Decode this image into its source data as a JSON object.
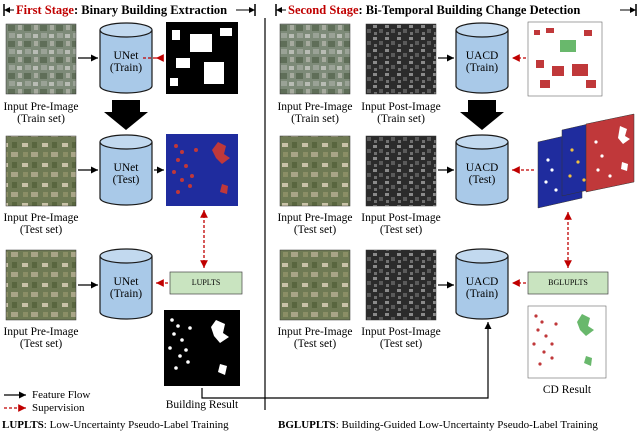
{
  "colors": {
    "accent_red": "#c00000",
    "cylinder_fill": "#a9c9e8",
    "cylinder_stroke": "#1a1a1a",
    "pseudo_label_box": "#c9e4c0",
    "prob_map_blue": "#1f2c9e",
    "change_red": "#c0383a",
    "change_green": "#69b86c"
  },
  "first_stage": {
    "title_prefix": "First Stage",
    "title_rest": ": Binary Building Extraction",
    "row1": {
      "input_label": [
        "Input Pre-Image",
        "(Train set)"
      ],
      "model": [
        "UNet",
        "(Train)"
      ]
    },
    "row2": {
      "input_label": [
        "Input Pre-Image",
        "(Test set)"
      ],
      "model": [
        "UNet",
        "(Test)"
      ]
    },
    "row3": {
      "input_label": [
        "Input Pre-Image",
        "(Test set)"
      ],
      "model": [
        "UNet",
        "(Train)"
      ],
      "module": "LUPLTS",
      "output_label": "Building Result"
    }
  },
  "second_stage": {
    "title_prefix": "Second Stage",
    "title_rest": ": Bi-Temporal Building Change Detection",
    "row1": {
      "pre_label": [
        "Input Pre-Image",
        "(Train set)"
      ],
      "post_label": [
        "Input Post-Image",
        "(Train set)"
      ],
      "model": [
        "UACD",
        "(Train)"
      ]
    },
    "row2": {
      "pre_label": [
        "Input Pre-Image",
        "(Test set)"
      ],
      "post_label": [
        "Input Post-Image",
        "(Test set)"
      ],
      "model": [
        "UACD",
        "(Test)"
      ]
    },
    "row3": {
      "pre_label": [
        "Input Pre-Image",
        "(Test set)"
      ],
      "post_label": [
        "Input Post-Image",
        "(Test set)"
      ],
      "model": [
        "UACD",
        "(Train)"
      ],
      "module": "BGLUPLTS",
      "output_label": "CD Result"
    }
  },
  "legend": {
    "feature_flow": "Feature Flow",
    "supervision": "Supervision"
  },
  "footer": {
    "left_abbr": "LUPLTS",
    "left_text": ":  Low-Uncertainty Pseudo-Label Training",
    "right_abbr": "BGLUPLTS",
    "right_text": ":   Building-Guided Low-Uncertainty Pseudo-Label Training"
  }
}
